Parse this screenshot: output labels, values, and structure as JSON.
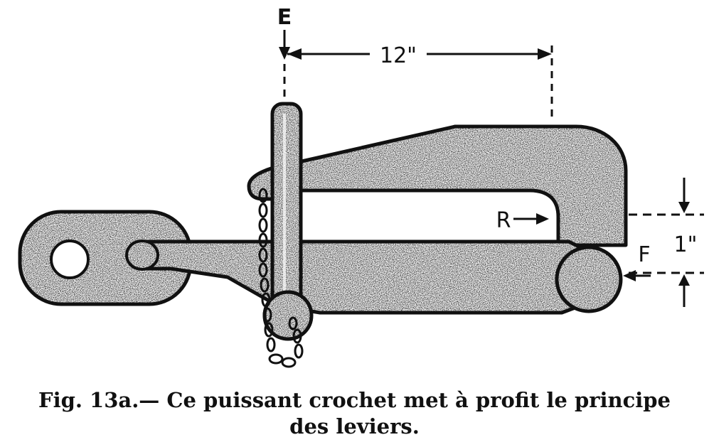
{
  "labels": {
    "top_arrow": "E",
    "dimension_horizontal": "12\"",
    "reaction_point": "R",
    "force_point": "F",
    "dimension_vertical": "1\""
  },
  "caption": {
    "line1": "Fig. 13a.— Ce puissant crochet met à profit le principe",
    "line2": "des leviers."
  },
  "colors": {
    "ink": "#111111",
    "metal_fill": "#8a8a8a",
    "background": "#ffffff"
  }
}
